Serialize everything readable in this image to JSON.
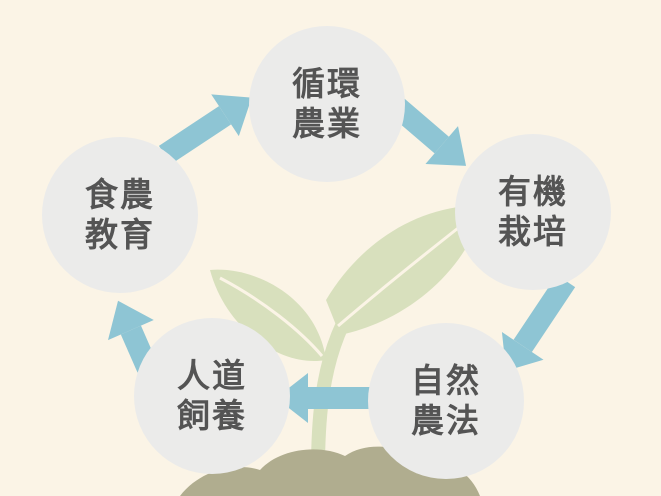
{
  "diagram": {
    "colors": {
      "background": "#fbf4e6",
      "circle": "#ebebea",
      "text": "#545454",
      "arrow": "#8ec5d4",
      "leaf": "#d8e0bd",
      "soil": "#b0ad8f"
    },
    "nodes": [
      {
        "line1": "循環",
        "line2": "農業"
      },
      {
        "line1": "有機",
        "line2": "栽培"
      },
      {
        "line1": "自然",
        "line2": "農法"
      },
      {
        "line1": "人道",
        "line2": "飼養"
      },
      {
        "line1": "食農",
        "line2": "教育"
      }
    ]
  }
}
